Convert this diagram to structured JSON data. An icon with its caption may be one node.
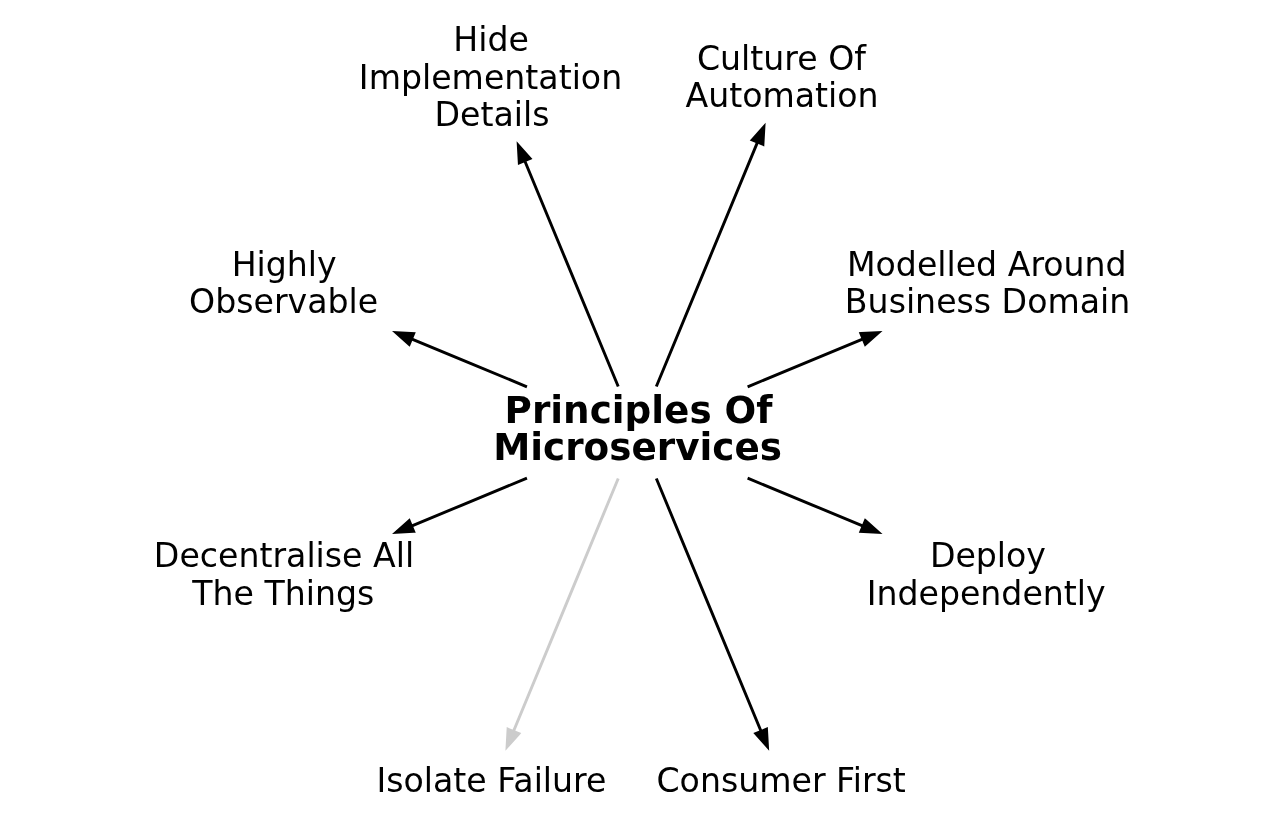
{
  "diagram": {
    "nodes": [
      {
        "text": [
          "Principles Of Microservices"
        ]
      },
      {
        "text": [
          "Modelled Around Business Domain"
        ]
      },
      {
        "text": [
          "Culture Of Automation"
        ]
      },
      {
        "text": [
          "Hide Implementation Details"
        ]
      },
      {
        "text": [
          "Highly Observable"
        ]
      },
      {
        "text": [
          "Decentralise All The Things"
        ]
      },
      {
        "text": [
          "Isolate Failure"
        ]
      },
      {
        "text": [
          "Consumer First"
        ]
      },
      {
        "text": [
          "Deploy Independently"
        ]
      }
    ],
    "edges": [
      {
        "from": 0,
        "to": 1,
        "arrow": "to"
      },
      {
        "from": 0,
        "to": 2,
        "arrow": "to"
      },
      {
        "from": 0,
        "to": 3,
        "arrow": "to"
      },
      {
        "from": 0,
        "to": 4,
        "arrow": "to"
      },
      {
        "from": 0,
        "to": 5,
        "arrow": "to"
      },
      {
        "from": 0,
        "to": 6,
        "arrow": "to",
        "color": "#cccccc"
      },
      {
        "from": 0,
        "to": 7,
        "arrow": "to"
      },
      {
        "from": 0,
        "to": 8,
        "arrow": "to"
      }
    ]
  }
}
